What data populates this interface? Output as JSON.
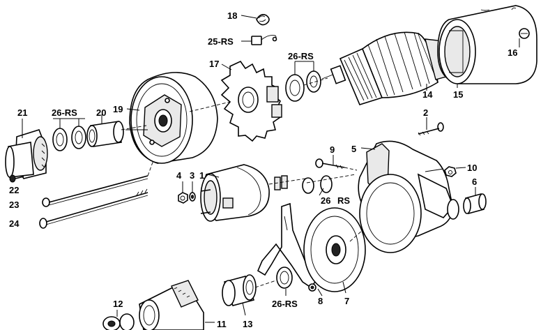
{
  "diagram": {
    "labels": [
      {
        "id": "p18",
        "text": "18"
      },
      {
        "id": "p25",
        "text": "25-RS"
      },
      {
        "id": "p17",
        "text": "17"
      },
      {
        "id": "p26a",
        "text": "26-RS"
      },
      {
        "id": "p14",
        "text": "14"
      },
      {
        "id": "p15",
        "text": "15"
      },
      {
        "id": "p16",
        "text": "16"
      },
      {
        "id": "p21",
        "text": "21"
      },
      {
        "id": "p26b",
        "text": "26-RS"
      },
      {
        "id": "p20",
        "text": "20"
      },
      {
        "id": "p19",
        "text": "19"
      },
      {
        "id": "p2",
        "text": "2"
      },
      {
        "id": "p9",
        "text": "9"
      },
      {
        "id": "p5",
        "text": "5"
      },
      {
        "id": "p10",
        "text": "10"
      },
      {
        "id": "p22",
        "text": "22"
      },
      {
        "id": "p4",
        "text": "4"
      },
      {
        "id": "p3",
        "text": "3"
      },
      {
        "id": "p1",
        "text": "1"
      },
      {
        "id": "p6",
        "text": "6"
      },
      {
        "id": "p23",
        "text": "23"
      },
      {
        "id": "p26c",
        "text": "26"
      },
      {
        "id": "pRS",
        "text": "RS"
      },
      {
        "id": "p24",
        "text": "24"
      },
      {
        "id": "p12",
        "text": "12"
      },
      {
        "id": "p26d",
        "text": "26-RS"
      },
      {
        "id": "p8",
        "text": "8"
      },
      {
        "id": "p7",
        "text": "7"
      },
      {
        "id": "p11",
        "text": "11"
      },
      {
        "id": "p13",
        "text": "13"
      }
    ]
  }
}
